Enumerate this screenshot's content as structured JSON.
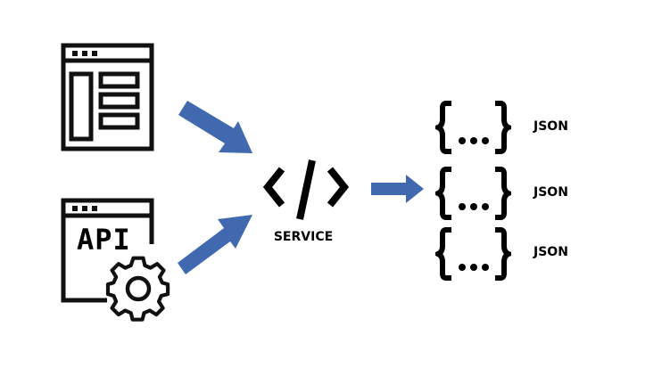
{
  "diagram": {
    "sources": [
      {
        "id": "web-page",
        "icon": "browser-layout-icon"
      },
      {
        "id": "api",
        "icon": "api-gear-icon",
        "text": "API"
      }
    ],
    "service": {
      "icon": "code-icon",
      "label": "SERVICE"
    },
    "outputs": [
      {
        "icon": "json-braces-icon",
        "label": "JSON"
      },
      {
        "icon": "json-braces-icon",
        "label": "JSON"
      },
      {
        "icon": "json-braces-icon",
        "label": "JSON"
      }
    ],
    "colors": {
      "arrow": "#4169b0",
      "icon": "#111111"
    }
  }
}
